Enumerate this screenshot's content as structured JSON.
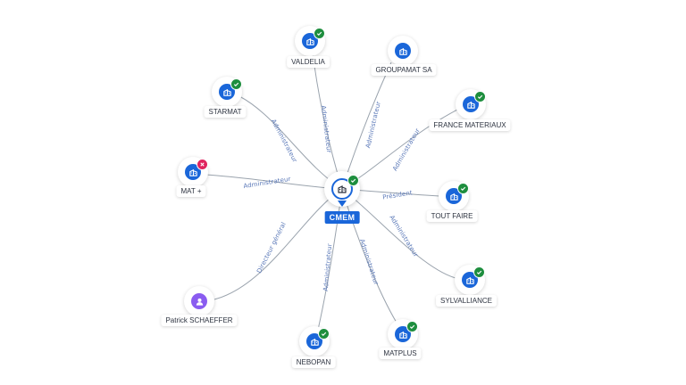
{
  "center": {
    "label": "CMEM",
    "badge": "verified",
    "icon": "building-icon",
    "accent": "#1a66d9"
  },
  "colors": {
    "verified": "#1e8e3e",
    "closed": "#e0245e",
    "company": "#1a66d9",
    "person": "#8a5cf0"
  },
  "nodes": [
    {
      "id": "valdelia",
      "label": "VALDELIA",
      "type": "company",
      "badge": "verified",
      "edge_label": "Administrateur"
    },
    {
      "id": "groupamat",
      "label": "GROUPAMAT SA",
      "type": "company",
      "badge": "none",
      "edge_label": "Administrateur"
    },
    {
      "id": "starmat",
      "label": "STARMAT",
      "type": "company",
      "badge": "verified",
      "edge_label": "Administrateur"
    },
    {
      "id": "france_materiaux",
      "label": "FRANCE MATERIAUX",
      "type": "company",
      "badge": "verified",
      "edge_label": "Administrateur"
    },
    {
      "id": "mat_plus",
      "label": "MAT +",
      "type": "company",
      "badge": "closed",
      "edge_label": "Administrateur"
    },
    {
      "id": "tout_faire",
      "label": "TOUT FAIRE",
      "type": "company",
      "badge": "verified",
      "edge_label": "Président"
    },
    {
      "id": "sylvalliance",
      "label": "SYLVALLIANCE",
      "type": "company",
      "badge": "verified",
      "edge_label": "Administrateur"
    },
    {
      "id": "patrick",
      "label": "Patrick SCHAEFFER",
      "type": "person",
      "badge": "none",
      "edge_label": "Directeur général"
    },
    {
      "id": "nebopan",
      "label": "NEBOPAN",
      "type": "company",
      "badge": "verified",
      "edge_label": "Administrateur"
    },
    {
      "id": "matplus",
      "label": "MATPLUS",
      "type": "company",
      "badge": "verified",
      "edge_label": "Administrateur"
    }
  ]
}
